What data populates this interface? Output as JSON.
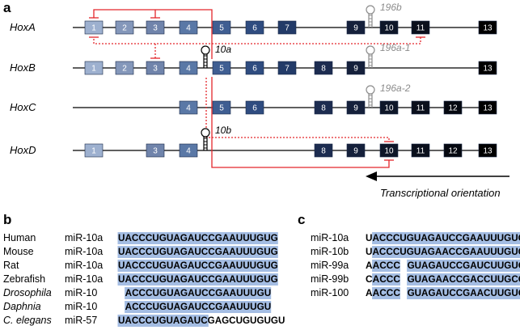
{
  "panels": {
    "a": "a",
    "b": "b",
    "c": "c"
  },
  "colors": {
    "red": "#e3262b",
    "highlight": "#a4bde3",
    "shades": {
      "s1": "#9db0cf",
      "s2": "#8497ba",
      "s3": "#7084ab",
      "s4": "#5a78a6",
      "s5": "#3f5e92",
      "s6": "#2f4c80",
      "s7": "#233b68",
      "s8": "#1c2c50",
      "s9": "#15203b",
      "s10": "#0e1628",
      "s11": "#0a0f1c",
      "s12": "#050810",
      "s13": "#000000"
    }
  },
  "clusters": [
    {
      "name": "HoxA",
      "boxes": [
        "1",
        "2",
        "3",
        "4",
        "5",
        "6",
        "7",
        "9",
        "10",
        "11",
        "13"
      ]
    },
    {
      "name": "HoxB",
      "boxes": [
        "1",
        "2",
        "3",
        "4",
        "5",
        "6",
        "7",
        "8",
        "9",
        "13"
      ]
    },
    {
      "name": "HoxC",
      "boxes": [
        "4",
        "5",
        "6",
        "8",
        "9",
        "10",
        "11",
        "12",
        "13"
      ]
    },
    {
      "name": "HoxD",
      "boxes": [
        "1",
        "3",
        "4",
        "8",
        "9",
        "10",
        "11",
        "12",
        "13"
      ]
    }
  ],
  "mirnas": {
    "m196b": "196b",
    "m10a": "10a",
    "m196a1": "196a-1",
    "m196a2": "196a-2",
    "m10b": "10b"
  },
  "hairpin_icon": "hairpin-icon",
  "orientation_label": "Transcriptional orientation",
  "panel_b": {
    "rows": [
      {
        "species": "Human",
        "mirna": "miR-10a",
        "sequence": "UACCCUGUAGAUCCGAAUUUGUG"
      },
      {
        "species": "Mouse",
        "mirna": "miR-10a",
        "sequence": "UACCCUGUAGAUCCGAAUUUGUG"
      },
      {
        "species": "Rat",
        "mirna": "miR-10a",
        "sequence": "UACCCUGUAGAUCCGAAUUUGUG"
      },
      {
        "species": "Zebrafish",
        "mirna": "miR-10a",
        "sequence": "UACCCUGUAGAUCCGAAUUUGUG"
      },
      {
        "species": "Drosophila",
        "mirna": "miR-10",
        "sequence": "ACCCUGUAGAUCCGAAUUUGU"
      },
      {
        "species": "Daphnia",
        "mirna": "miR-10",
        "sequence": "ACCCUGUAGAUCCGAAUUUGU"
      },
      {
        "species": "C. elegans",
        "mirna": "miR-57",
        "sequence": "UACCCUGUAGAUCGAGCUGUGUGU"
      }
    ]
  },
  "panel_c": {
    "rows": [
      {
        "mirna": "miR-10a",
        "sequence": "UACCCUGUAGAUCCGAAUUUGUG"
      },
      {
        "mirna": "miR-10b",
        "sequence": "UACCCUGUAGAACCGAAUUUGUG"
      },
      {
        "mirna": "miR-99a",
        "sequence": "AACCCGUAGAUCCGAUCUUGUG"
      },
      {
        "mirna": "miR-99b",
        "sequence": "CACCCGUAGAACCGACCUUGCG"
      },
      {
        "mirna": "miR-100",
        "sequence": "AACCCGUAGAUCCGAACUUGUG"
      }
    ]
  }
}
